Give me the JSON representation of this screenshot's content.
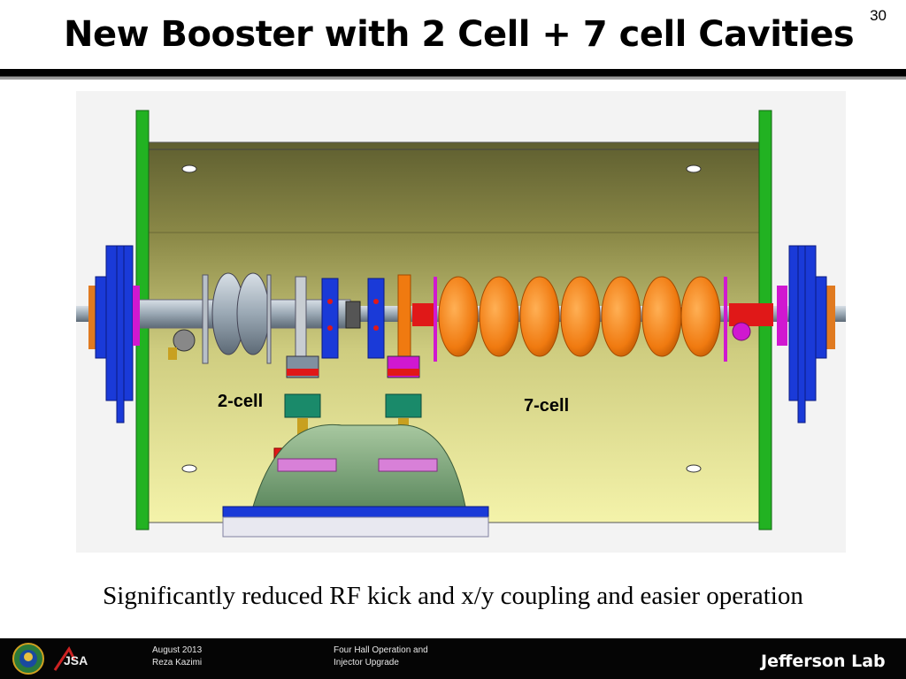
{
  "slide": {
    "number": "30",
    "title": "New Booster with 2 Cell + 7 cell Cavities",
    "caption": "Significantly reduced RF kick and x/y coupling and easier operation"
  },
  "figure": {
    "label_2cell": "2-cell",
    "label_7cell": "7-cell"
  },
  "footer": {
    "date": "August 2013",
    "author": "Reza Kazimi",
    "event_line1": "Four Hall Operation and",
    "event_line2": "Injector Upgrade",
    "lab_logo_text": "Jefferson Lab",
    "logo_jsa_text": "JSA"
  },
  "colors": {
    "vessel_top": "#6e6e3a",
    "vessel_bottom": "#f2f1a8",
    "flange_green": "#22b222",
    "cavity_orange": "#f07a10",
    "beam_pipe": "#9aa8b4",
    "flange_blue": "#1a3ad8",
    "coupler_red": "#e01818",
    "magenta": "#d018d0",
    "teal": "#1a8a6a"
  }
}
